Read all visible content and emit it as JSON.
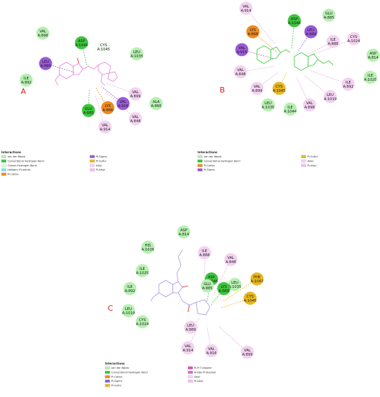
{
  "colors": {
    "vdw": "#b6f0b0",
    "hbond": "#3ec43e",
    "carbon_hbond": "#dff6df",
    "halogen": "#7fe3ef",
    "pi_cation": "#ef8a1e",
    "pi_sigma": "#9b59d9",
    "pi_sulfur": "#e8b820",
    "alkyl": "#f3d2f0",
    "pi_alkyl": "#efc0ea",
    "pi_t": "#e94fb0",
    "amide_pi": "#d070c8",
    "ligand": "#e97ad8",
    "ligand_b": "#3ad13a",
    "ligand_c": "#a78ee0",
    "panel_letter": "#e21b1b"
  },
  "panels": [
    {
      "letter": "A",
      "residues": [
        {
          "name": "VAL",
          "num": "A:898",
          "type": "vdw"
        },
        {
          "name": "ASP",
          "num": "A:1046",
          "type": "hbond"
        },
        {
          "name": "CYS",
          "num": "A:1045",
          "type": "vdw_white"
        },
        {
          "name": "LEU",
          "num": "A:1035",
          "type": "vdw"
        },
        {
          "name": "LEU",
          "num": "A:889",
          "type": "pi_sigma"
        },
        {
          "name": "ILE",
          "num": "A:892",
          "type": "vdw"
        },
        {
          "name": "VAL",
          "num": "A:899",
          "type": "alkyl"
        },
        {
          "name": "VAL",
          "num": "A:916",
          "type": "pi_sigma"
        },
        {
          "name": "ALA",
          "num": "A:866",
          "type": "vdw"
        },
        {
          "name": "GLU",
          "num": "A:885",
          "type": "hbond"
        },
        {
          "name": "LYS",
          "num": "A:868",
          "type": "pi_cation"
        },
        {
          "name": "VAL",
          "num": "A:848",
          "type": "alkyl"
        },
        {
          "name": "VAL",
          "num": "A:914",
          "type": "alkyl"
        }
      ],
      "legend_title": "Interactions",
      "legend": [
        {
          "label": "van der Waals",
          "type": "vdw"
        },
        {
          "label": "Conventional Hydrogen Bond",
          "type": "hbond"
        },
        {
          "label": "Carbon Hydrogen Bond",
          "type": "carbon_hbond"
        },
        {
          "label": "Halogen (Fluorine)",
          "type": "halogen"
        },
        {
          "label": "Pi-Cation",
          "type": "pi_cation"
        },
        {
          "label": "Pi-Sigma",
          "type": "pi_sigma"
        },
        {
          "label": "Pi-Sulfur",
          "type": "pi_sulfur"
        },
        {
          "label": "Alkyl",
          "type": "alkyl"
        },
        {
          "label": "Pi-Alkyl",
          "type": "pi_alkyl"
        }
      ]
    },
    {
      "letter": "B",
      "residues": [
        {
          "name": "VAL",
          "num": "A:914",
          "type": "alkyl"
        },
        {
          "name": "ASP",
          "num": "A:1046",
          "type": "hbond"
        },
        {
          "name": "GLU",
          "num": "A:885",
          "type": "vdw"
        },
        {
          "name": "LYS",
          "num": "A:868",
          "type": "pi_cation"
        },
        {
          "name": "LEU",
          "num": "A:889",
          "type": "pi_sigma"
        },
        {
          "name": "ILE",
          "num": "A:888",
          "type": "alkyl"
        },
        {
          "name": "CYS",
          "num": "A:1024",
          "type": "alkyl"
        },
        {
          "name": "VAL",
          "num": "A:916",
          "type": "pi_sigma"
        },
        {
          "name": "ASP",
          "num": "A:814",
          "type": "vdw"
        },
        {
          "name": "VAL",
          "num": "A:848",
          "type": "alkyl"
        },
        {
          "name": "VAL",
          "num": "A:899",
          "type": "alkyl"
        },
        {
          "name": "CYS",
          "num": "A:1045",
          "type": "pi_sulfur"
        },
        {
          "name": "ILE",
          "num": "A:892",
          "type": "alkyl"
        },
        {
          "name": "ILE",
          "num": "A:1025",
          "type": "vdw"
        },
        {
          "name": "LEU",
          "num": "A:1019",
          "type": "alkyl"
        },
        {
          "name": "LEU",
          "num": "A:1035",
          "type": "vdw"
        },
        {
          "name": "ILE",
          "num": "A:1044",
          "type": "vdw"
        },
        {
          "name": "VAL",
          "num": "A:898",
          "type": "alkyl"
        }
      ],
      "legend_title": "Interactions",
      "legend": [
        {
          "label": "van der Waals",
          "type": "vdw"
        },
        {
          "label": "Conventional Hydrogen Bond",
          "type": "hbond"
        },
        {
          "label": "Pi-Cation",
          "type": "pi_cation"
        },
        {
          "label": "Pi-Sigma",
          "type": "pi_sigma"
        },
        {
          "label": "Pi-Sulfur",
          "type": "pi_sulfur"
        },
        {
          "label": "Alkyl",
          "type": "alkyl"
        },
        {
          "label": "Pi-Alkyl",
          "type": "pi_alkyl"
        }
      ]
    },
    {
      "letter": "C",
      "residues": [
        {
          "name": "ASP",
          "num": "A:814",
          "type": "vdw"
        },
        {
          "name": "HIS",
          "num": "A:1026",
          "type": "vdw"
        },
        {
          "name": "ILE",
          "num": "A:888",
          "type": "alkyl"
        },
        {
          "name": "VAL",
          "num": "A:848",
          "type": "alkyl"
        },
        {
          "name": "ILE",
          "num": "A:1025",
          "type": "vdw"
        },
        {
          "name": "ASP",
          "num": "A:1046",
          "type": "hbond"
        },
        {
          "name": "PHE",
          "num": "A:1047",
          "type": "pi_sulfur"
        },
        {
          "name": "LEU",
          "num": "A:1035",
          "type": "vdw"
        },
        {
          "name": "GLU",
          "num": "A:885",
          "type": "vdw"
        },
        {
          "name": "LYS",
          "num": "A:868",
          "type": "hbond"
        },
        {
          "name": "CYS",
          "num": "A:1045",
          "type": "pi_sulfur"
        },
        {
          "name": "ILE",
          "num": "A:892",
          "type": "vdw"
        },
        {
          "name": "LEU",
          "num": "A:1019",
          "type": "vdw"
        },
        {
          "name": "CYS",
          "num": "A:1024",
          "type": "vdw"
        },
        {
          "name": "LEU",
          "num": "A:889",
          "type": "alkyl"
        },
        {
          "name": "VAL",
          "num": "A:914",
          "type": "alkyl"
        },
        {
          "name": "VAL",
          "num": "A:916",
          "type": "alkyl"
        },
        {
          "name": "VAL",
          "num": "A:899",
          "type": "alkyl"
        }
      ],
      "legend_title": "Interactions",
      "legend": [
        {
          "label": "van der Waals",
          "type": "vdw"
        },
        {
          "label": "Conventional Hydrogen Bond",
          "type": "hbond"
        },
        {
          "label": "Pi-Cation",
          "type": "pi_cation"
        },
        {
          "label": "Pi-Sigma",
          "type": "pi_sigma"
        },
        {
          "label": "Pi-Sulfur",
          "type": "pi_sulfur"
        },
        {
          "label": "Pi-Pi T-shaped",
          "type": "pi_t"
        },
        {
          "label": "Amide-Pi Stacked",
          "type": "amide_pi"
        },
        {
          "label": "Alkyl",
          "type": "alkyl"
        },
        {
          "label": "Pi-Alkyl",
          "type": "pi_alkyl"
        }
      ]
    }
  ]
}
